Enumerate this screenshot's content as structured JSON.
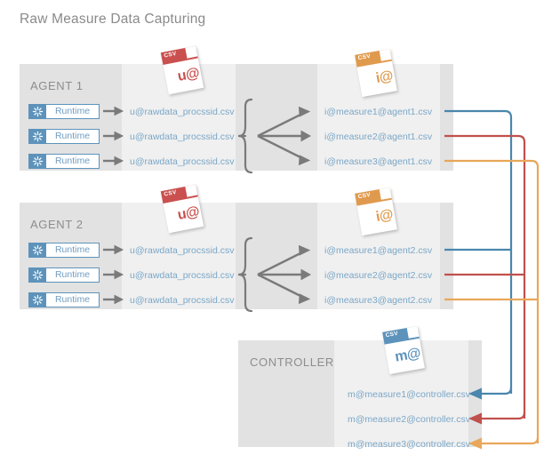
{
  "page": {
    "title": "Raw Measure Data Capturing"
  },
  "colors": {
    "band_dark": "#e2e2e2",
    "band_light": "#f0f0f0",
    "runtime_blue": "#5d93bb",
    "filename_blue": "#7aa7c7",
    "label_gray": "#8d8d8d",
    "arrow_gray": "#7a7a7a",
    "line_blue": "#4a86ad",
    "line_red": "#c0504d",
    "line_orange": "#e8a75a",
    "csv_red": "#c9504e",
    "csv_orange": "#e09a4e",
    "csv_blue": "#5d93bb"
  },
  "groups": [
    {
      "id": "agent1",
      "label": "AGENT 1",
      "runtime_label": "Runtime",
      "runtime_icon": "starburst-icon",
      "raw_files": [
        "u@rawdata_procssid.csv",
        "u@rawdata_procssid.csv",
        "u@rawdata_procssid.csv"
      ],
      "measure_files": [
        "i@measure1@agent1.csv",
        "i@measure2@agent1.csv",
        "i@measure3@agent1.csv"
      ],
      "raw_doc": {
        "csv_tag": "CSV",
        "symbol": "u@",
        "color": "#c9504e"
      },
      "measure_doc": {
        "csv_tag": "CSV",
        "symbol": "i@",
        "color": "#e09a4e"
      }
    },
    {
      "id": "agent2",
      "label": "AGENT 2",
      "runtime_label": "Runtime",
      "runtime_icon": "starburst-icon",
      "raw_files": [
        "u@rawdata_procssid.csv",
        "u@rawdata_procssid.csv",
        "u@rawdata_procssid.csv"
      ],
      "measure_files": [
        "i@measure1@agent2.csv",
        "i@measure2@agent2.csv",
        "i@measure3@agent2.csv"
      ],
      "raw_doc": {
        "csv_tag": "CSV",
        "symbol": "u@",
        "color": "#c9504e"
      },
      "measure_doc": {
        "csv_tag": "CSV",
        "symbol": "i@",
        "color": "#e09a4e"
      }
    }
  ],
  "controller": {
    "id": "controller",
    "label": "CONTROLLER",
    "files": [
      "m@measure1@controller.csv",
      "m@measure2@controller.csv",
      "m@measure3@controller.csv"
    ],
    "doc": {
      "csv_tag": "CSV",
      "symbol": "m@",
      "color": "#5d93bb"
    }
  }
}
